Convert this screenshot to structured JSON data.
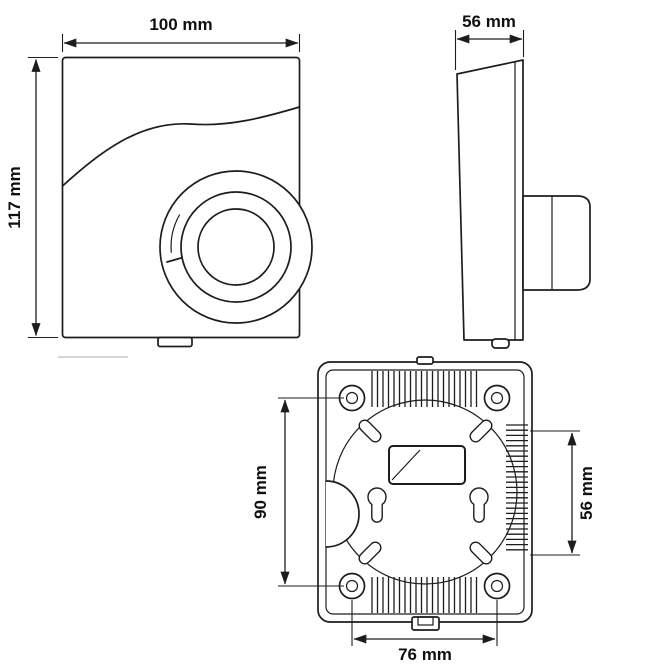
{
  "labels": {
    "front_width": "100 mm",
    "front_height": "117 mm",
    "side_depth": "56 mm",
    "back_vertical_span": "90 mm",
    "back_right_span": "56 mm",
    "back_horizontal_span": "76 mm"
  },
  "colors": {
    "line": "#1d1d1d",
    "text": "#0f0f0f",
    "faint": "#c9c9c9",
    "background": "#ffffff"
  }
}
